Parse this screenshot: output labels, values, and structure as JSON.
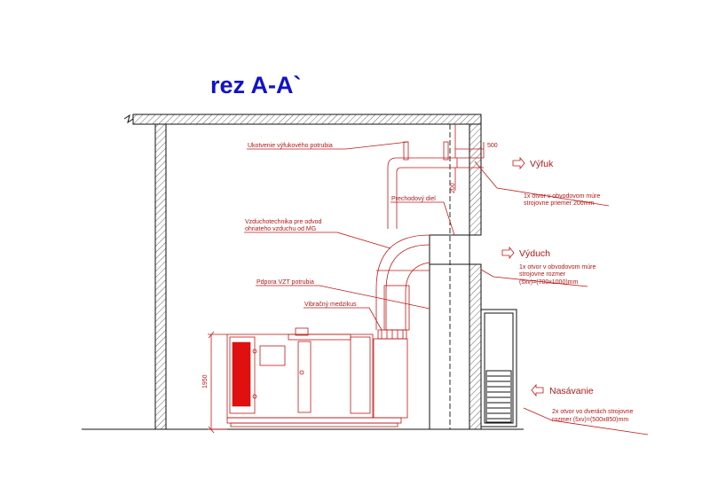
{
  "title": "rez A-A`",
  "labels": {
    "anchoring": "Ukotvenie výfukového potrubia",
    "transition_piece": "Prechodový diel",
    "hvac_line1": "Vzduchotechnika pre odvod",
    "hvac_line2": "ohriateho vzduchu od MG",
    "support": "Pdpora VZT potrubia",
    "vibration": "Vibračný medzikus"
  },
  "exhaust": {
    "heading": "Výfuk",
    "note_line1": "1x otvor v obvodovom múre",
    "note_line2": "strojovne priemer 200mm"
  },
  "outlet": {
    "heading": "Výduch",
    "note_line1": "1x otvor v obvodovom múre",
    "note_line2": "strojovne rozmer",
    "note_line3": "(šxv)=(700x1000)mm"
  },
  "intake": {
    "heading": "Nasávanie",
    "note_line1": "2x otvor vo dverách strojovne",
    "note_line2": "rozmer (šxv)=(500x850)mm"
  },
  "dimensions": {
    "d500": "500",
    "d200": "200",
    "d1950": "1950"
  },
  "colors": {
    "title": "#1212c8",
    "annotation": "#b01818",
    "radiator": "#e01010"
  }
}
